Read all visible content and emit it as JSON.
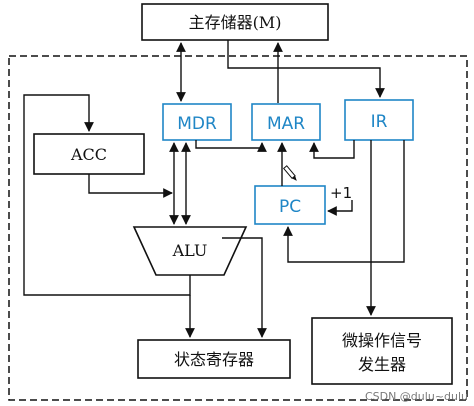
{
  "diagram": {
    "memory_label": "主存储器(M)",
    "acc_label": "ACC",
    "mdr_label": "MDR",
    "mar_label": "MAR",
    "ir_label": "IR",
    "pc_label": "PC",
    "increment_label": "+1",
    "alu_label": "ALU",
    "status_register_label": "状态寄存器",
    "micro_op_label_line1": "微操作信号",
    "micro_op_label_line2": "发生器",
    "watermark": "CSDN @dulu~dulu"
  },
  "colors": {
    "line": "#111111",
    "accent_blue": "#1f86c6",
    "background": "#ffffff"
  }
}
